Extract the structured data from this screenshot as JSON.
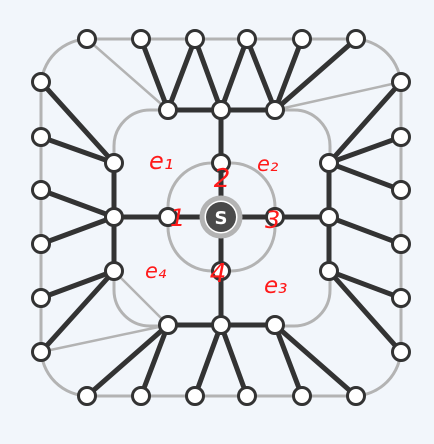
{
  "diagram": {
    "center_label": "S",
    "colors": {
      "background": "#f2f6fb",
      "ring": "#b3b3b3",
      "edge": "#333333",
      "node_fill": "#ffffff",
      "node_stroke": "#333333",
      "center_fill": "#4a4a4a",
      "center_ring": "#b3b3b3",
      "annotation": "#ff1a1a"
    },
    "annotations": {
      "node_1": "1",
      "node_2": "2",
      "node_3": "3",
      "node_4": "4",
      "e1": "e₁",
      "e2": "e₂",
      "e3": "e₃",
      "e4": "e₄"
    }
  }
}
